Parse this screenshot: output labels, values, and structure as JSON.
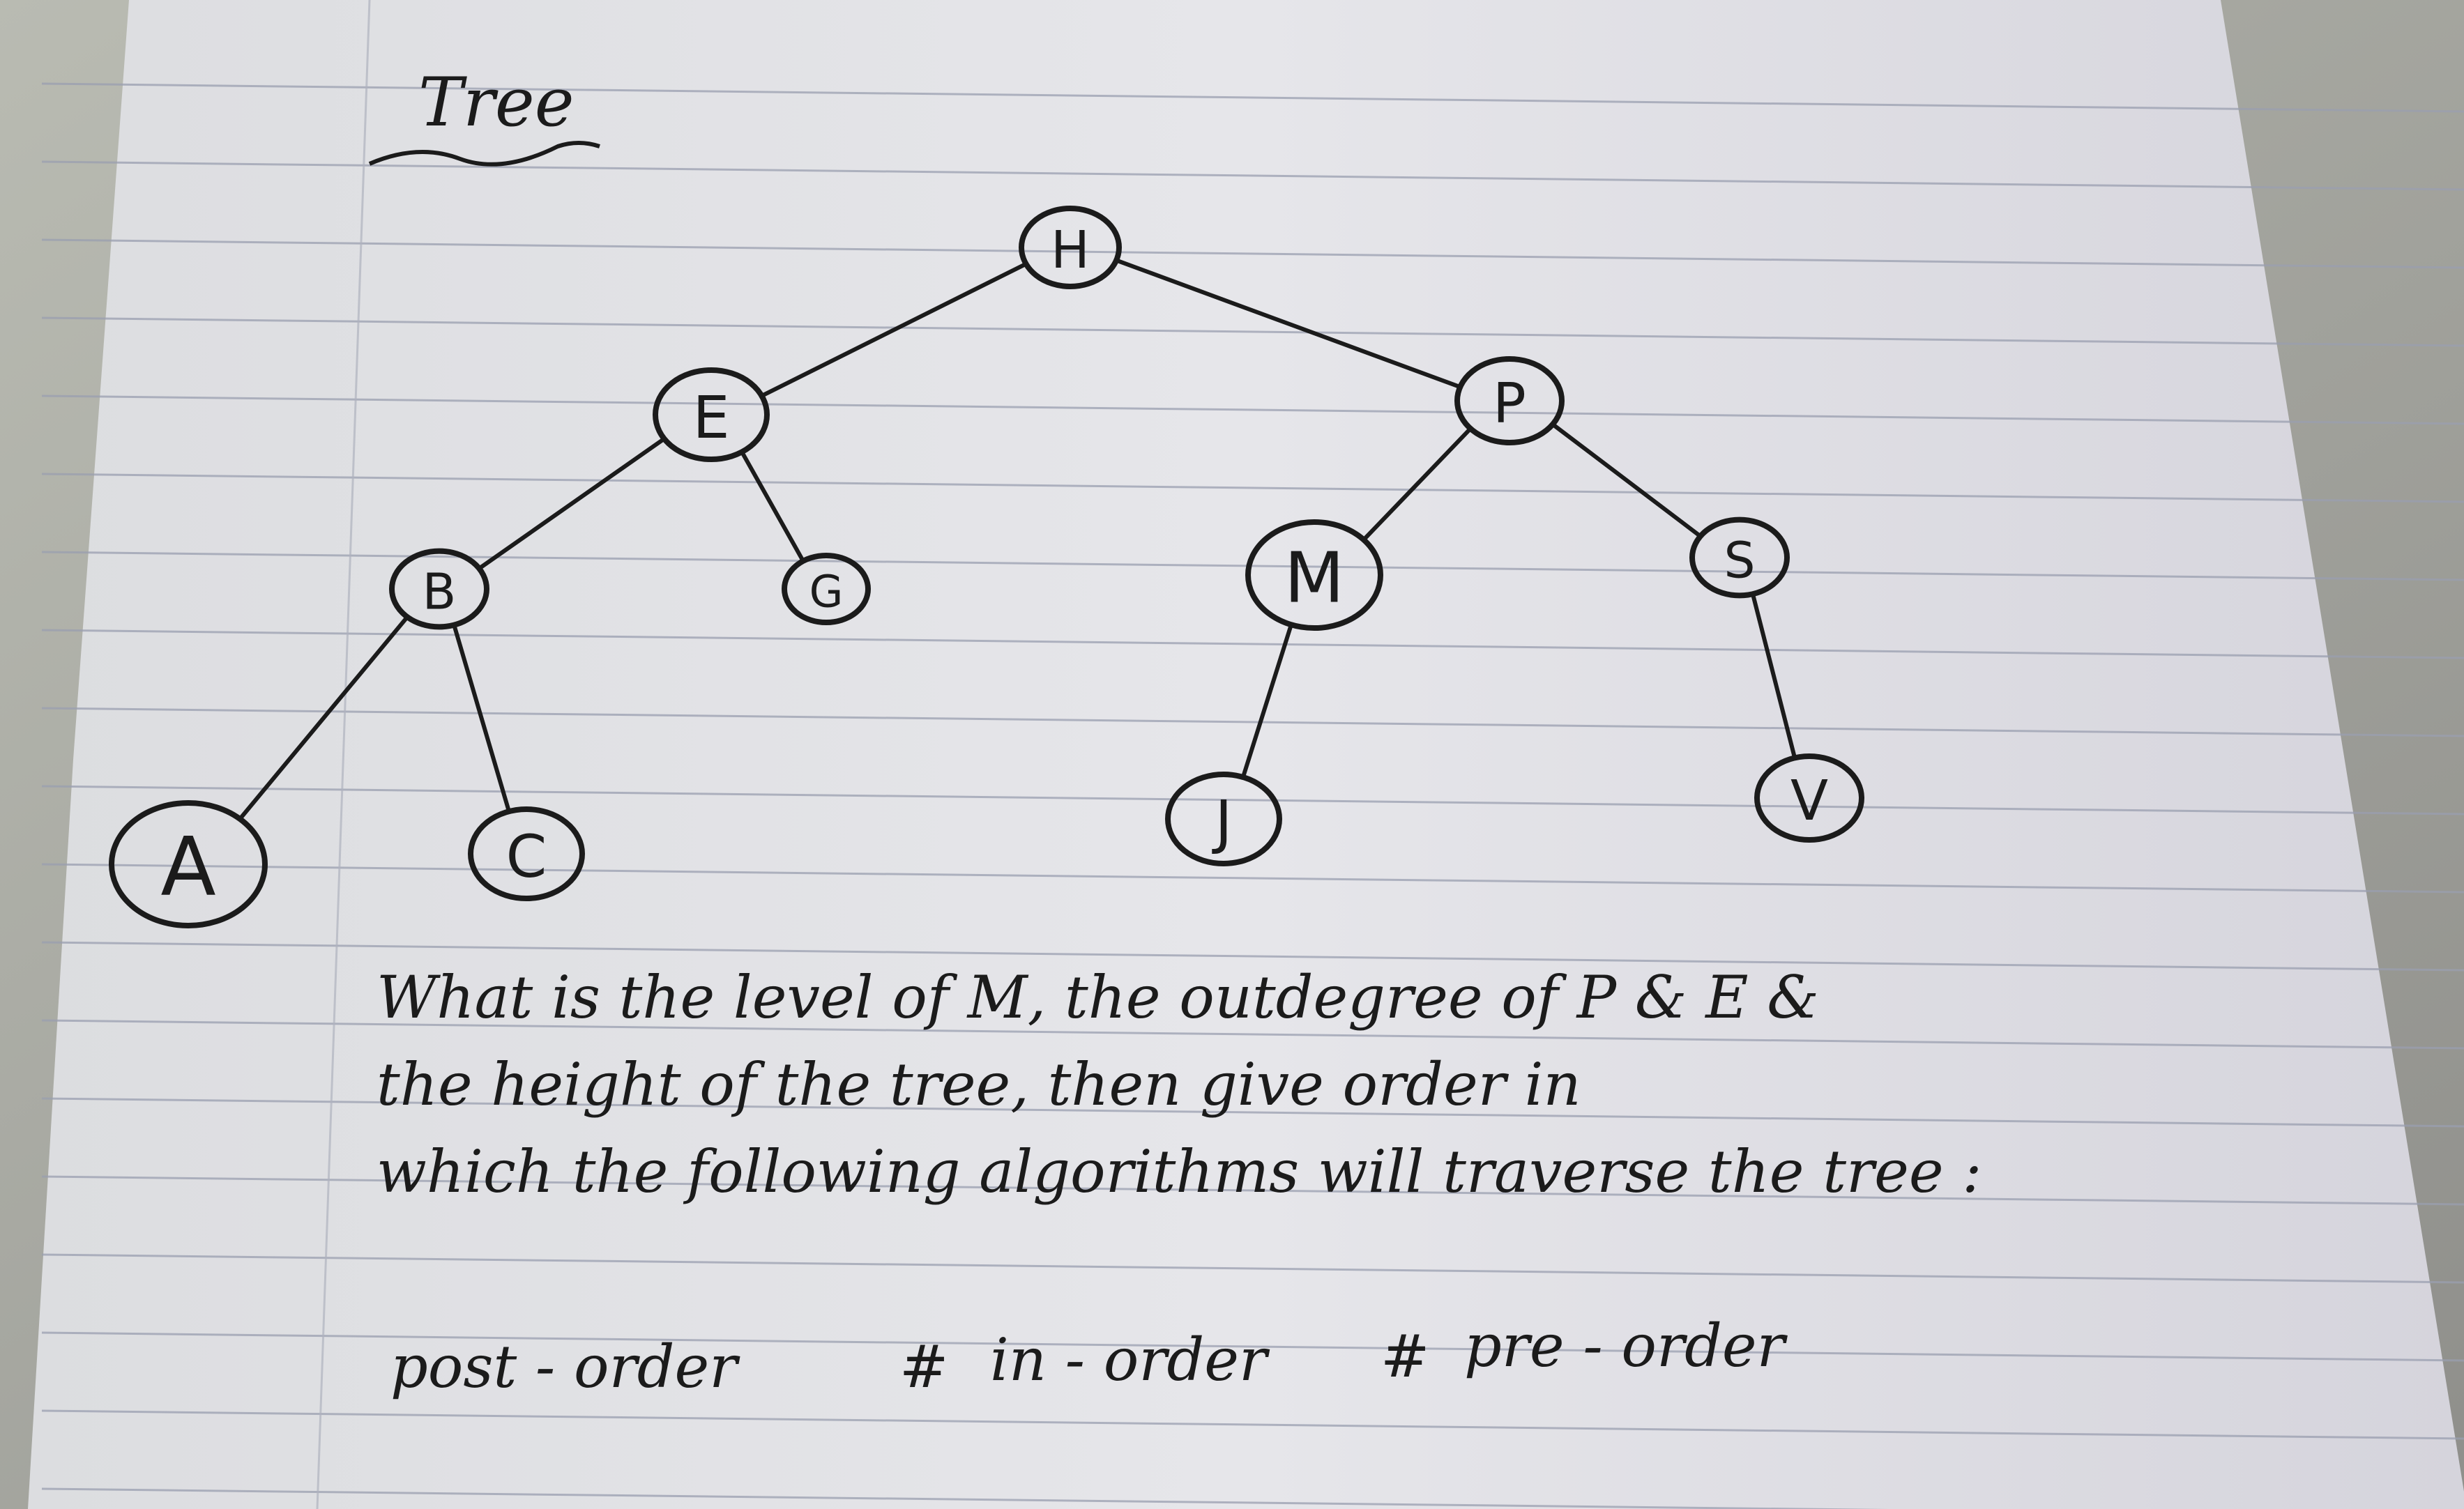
{
  "title": "Tree",
  "tree": {
    "nodes": [
      {
        "id": "H",
        "label": "H"
      },
      {
        "id": "E",
        "label": "E"
      },
      {
        "id": "P",
        "label": "P"
      },
      {
        "id": "B",
        "label": "B"
      },
      {
        "id": "G",
        "label": "G"
      },
      {
        "id": "M",
        "label": "M"
      },
      {
        "id": "S",
        "label": "S"
      },
      {
        "id": "A",
        "label": "A"
      },
      {
        "id": "C",
        "label": "C"
      },
      {
        "id": "J",
        "label": "J"
      },
      {
        "id": "V",
        "label": "V"
      }
    ],
    "edges": [
      {
        "from": "H",
        "to": "E"
      },
      {
        "from": "H",
        "to": "P"
      },
      {
        "from": "E",
        "to": "B"
      },
      {
        "from": "E",
        "to": "G"
      },
      {
        "from": "P",
        "to": "M"
      },
      {
        "from": "P",
        "to": "S"
      },
      {
        "from": "B",
        "to": "A"
      },
      {
        "from": "B",
        "to": "C"
      },
      {
        "from": "M",
        "to": "J"
      },
      {
        "from": "S",
        "to": "V"
      }
    ]
  },
  "question": {
    "line1": "What is the level of M, the outdegree of P & E &",
    "line2": "the height of the tree, then give order in",
    "line3": "which the following algorithms will traverse the tree :"
  },
  "traversals": {
    "post": "post - order",
    "sep1": "#",
    "in": "in - order",
    "sep2": "#",
    "pre": "pre - order"
  }
}
